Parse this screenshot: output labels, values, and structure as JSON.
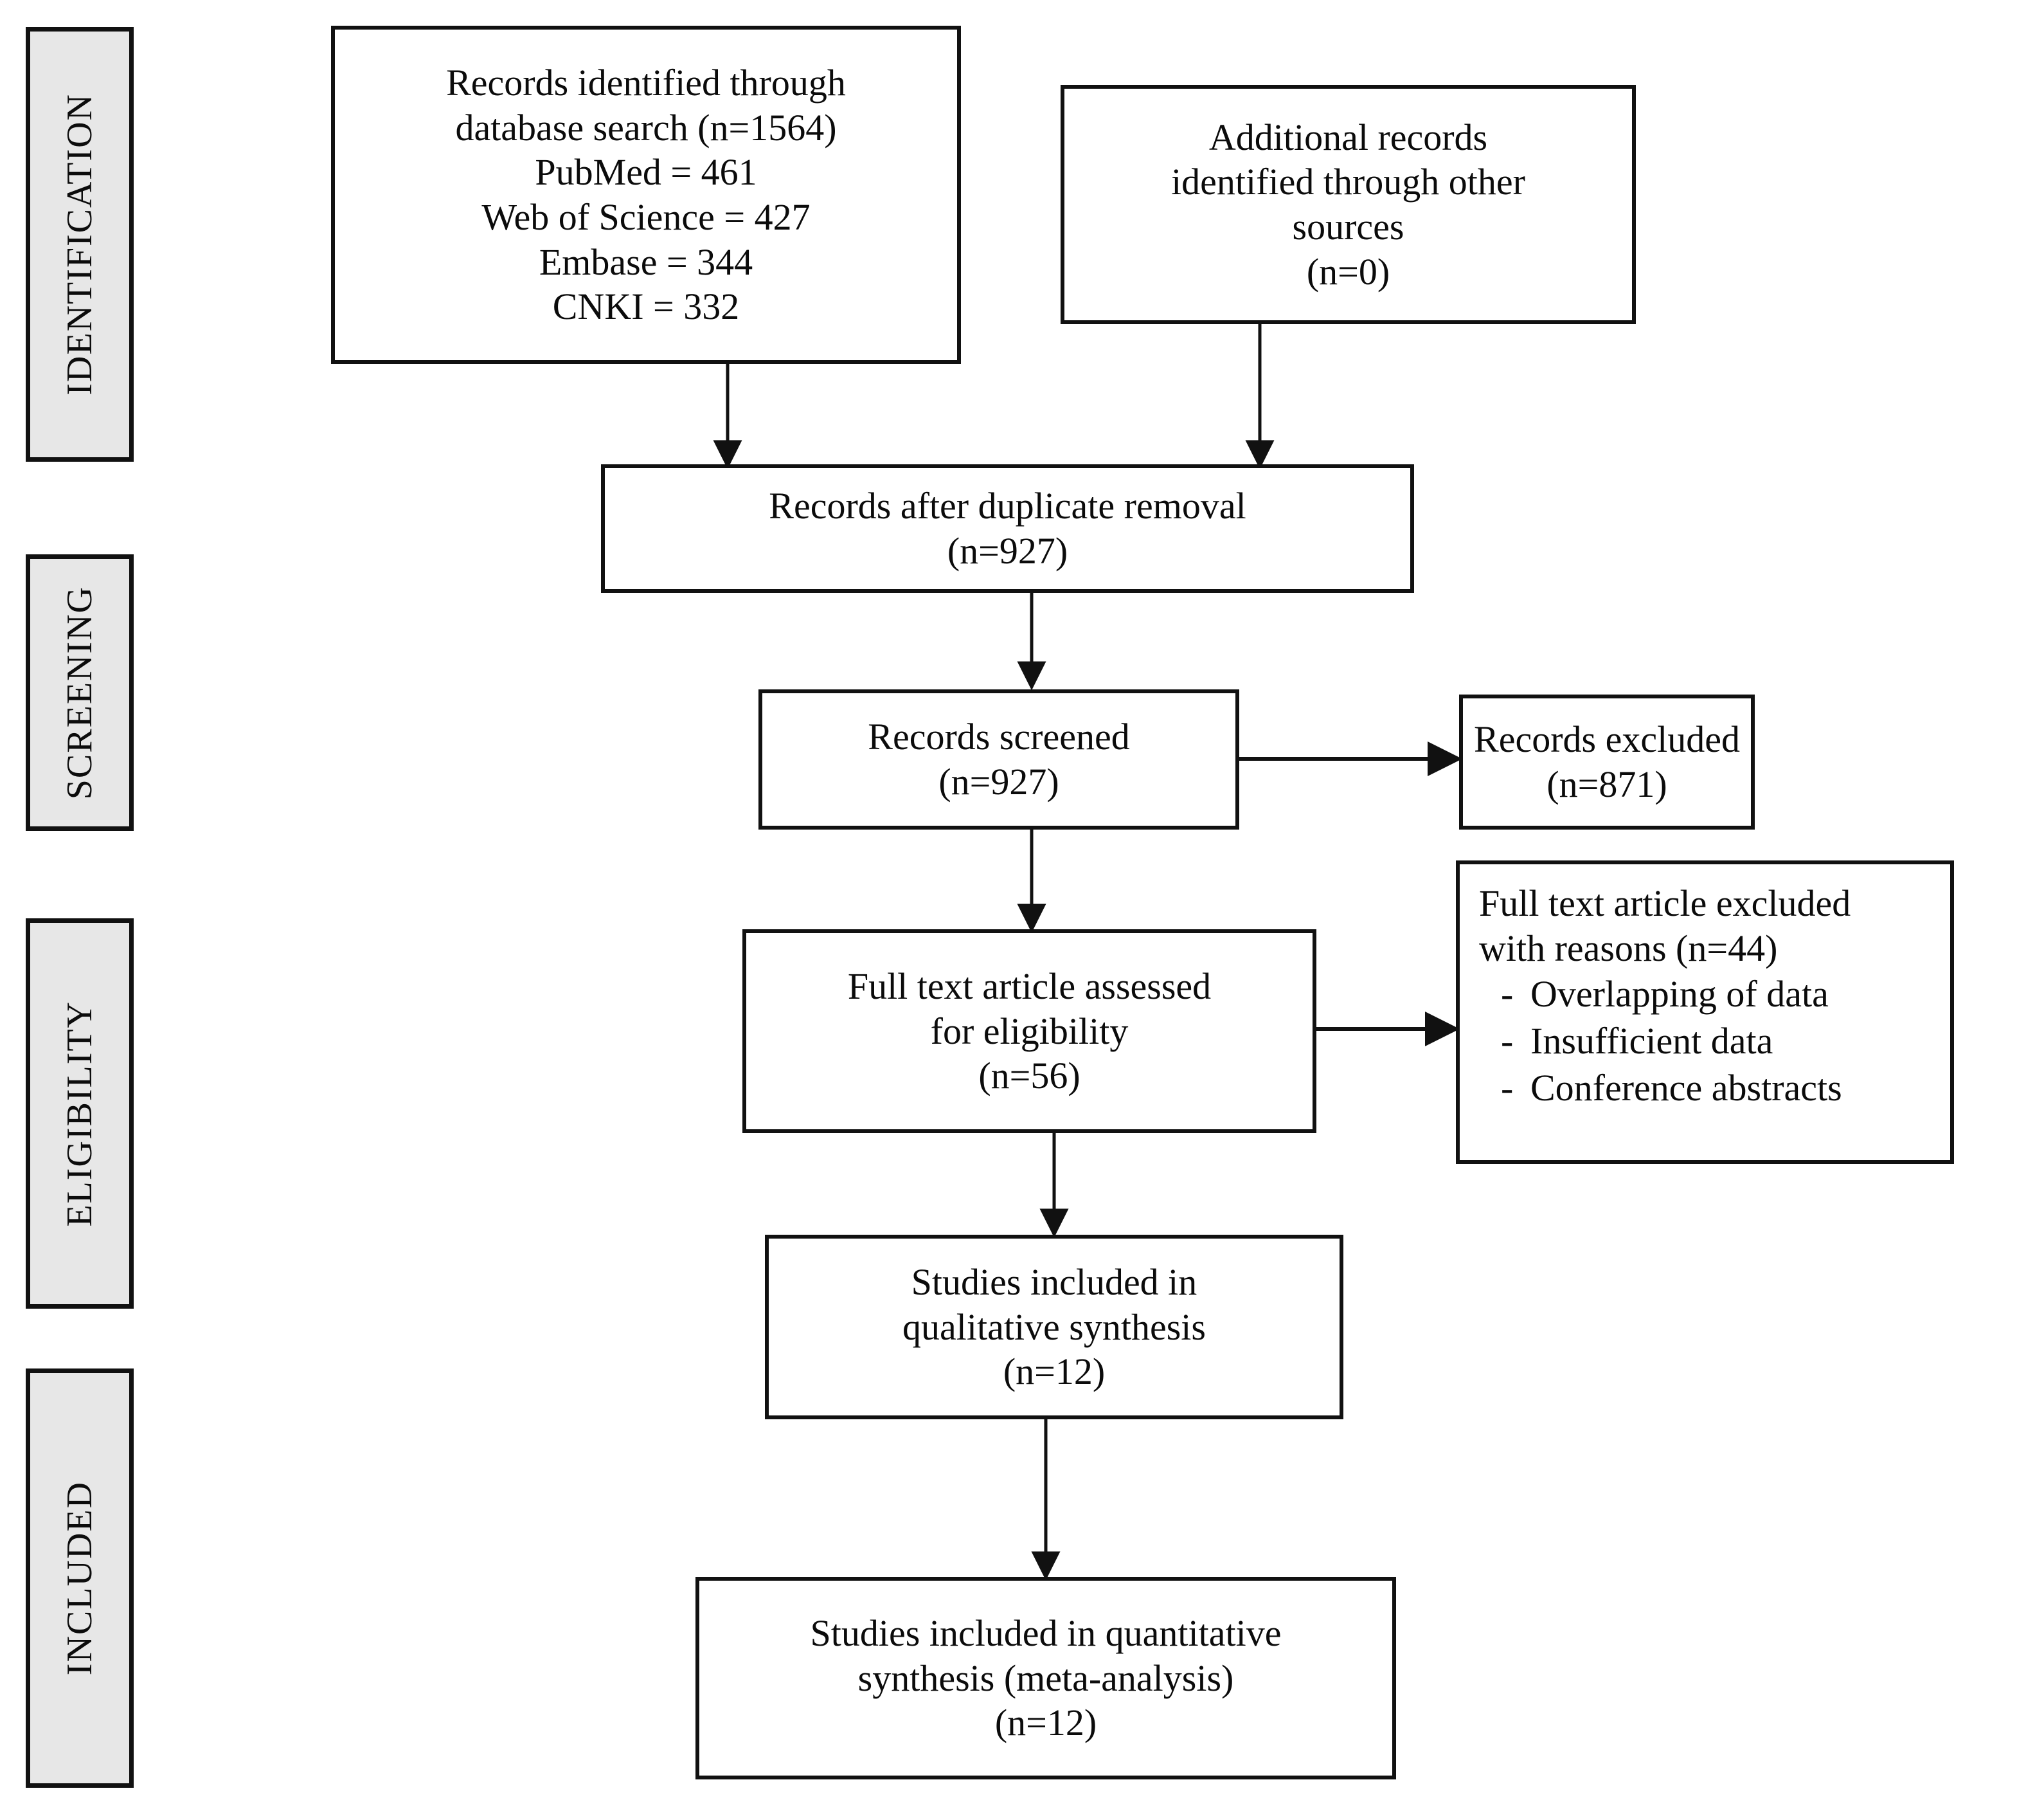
{
  "phases": [
    {
      "label": "IDENTIFICATION"
    },
    {
      "label": "SCREENING"
    },
    {
      "label": "ELIGIBILITY"
    },
    {
      "label": "INCLUDED"
    }
  ],
  "boxes": {
    "database_search": {
      "lines": [
        "Records identified through",
        "database search (n=1564)",
        "PubMed = 461",
        "Web of Science = 427",
        "Embase = 344",
        "CNKI = 332"
      ]
    },
    "additional_records": {
      "lines": [
        "Additional records",
        "identified through other",
        "sources",
        "(n=0)"
      ]
    },
    "duplicate_removal": {
      "lines": [
        "Records after duplicate removal",
        "(n=927)"
      ]
    },
    "records_screened": {
      "lines": [
        "Records screened",
        "(n=927)"
      ]
    },
    "records_excluded": {
      "lines": [
        "Records excluded",
        "(n=871)"
      ]
    },
    "fulltext_assessed": {
      "lines": [
        "Full text article assessed",
        "for eligibility",
        "(n=56)"
      ]
    },
    "fulltext_excluded": {
      "lines": [
        "Full text article excluded",
        "with reasons (n=44)"
      ],
      "bullet": "-",
      "reasons": [
        "Overlapping of data",
        "Insufficient data",
        "Conference abstracts"
      ]
    },
    "qualitative_synthesis": {
      "lines": [
        "Studies included in",
        "qualitative synthesis",
        "(n=12)"
      ]
    },
    "quantitative_synthesis": {
      "lines": [
        "Studies included in quantitative",
        "synthesis (meta-analysis)",
        "(n=12)"
      ]
    }
  },
  "colors": {
    "phase_fill": "#e7e7e7",
    "stroke": "#111111",
    "text": "#0b0b0b",
    "background": "#ffffff"
  },
  "chart_data": {
    "type": "diagram",
    "title": "PRISMA flow diagram",
    "nodes": [
      {
        "id": "database_search",
        "phase": "IDENTIFICATION",
        "n": 1564,
        "breakdown": {
          "PubMed": 461,
          "Web of Science": 427,
          "Embase": 344,
          "CNKI": 332
        }
      },
      {
        "id": "additional_records",
        "phase": "IDENTIFICATION",
        "n": 0
      },
      {
        "id": "duplicate_removal",
        "phase": "SCREENING",
        "n": 927
      },
      {
        "id": "records_screened",
        "phase": "SCREENING",
        "n": 927
      },
      {
        "id": "records_excluded",
        "phase": "SCREENING",
        "n": 871
      },
      {
        "id": "fulltext_assessed",
        "phase": "ELIGIBILITY",
        "n": 56
      },
      {
        "id": "fulltext_excluded",
        "phase": "ELIGIBILITY",
        "n": 44
      },
      {
        "id": "qualitative_synthesis",
        "phase": "INCLUDED",
        "n": 12
      },
      {
        "id": "quantitative_synthesis",
        "phase": "INCLUDED",
        "n": 12
      }
    ],
    "edges": [
      {
        "from": "database_search",
        "to": "duplicate_removal"
      },
      {
        "from": "additional_records",
        "to": "duplicate_removal"
      },
      {
        "from": "duplicate_removal",
        "to": "records_screened"
      },
      {
        "from": "records_screened",
        "to": "records_excluded"
      },
      {
        "from": "records_screened",
        "to": "fulltext_assessed"
      },
      {
        "from": "fulltext_assessed",
        "to": "fulltext_excluded"
      },
      {
        "from": "fulltext_assessed",
        "to": "qualitative_synthesis"
      },
      {
        "from": "qualitative_synthesis",
        "to": "quantitative_synthesis"
      }
    ]
  }
}
